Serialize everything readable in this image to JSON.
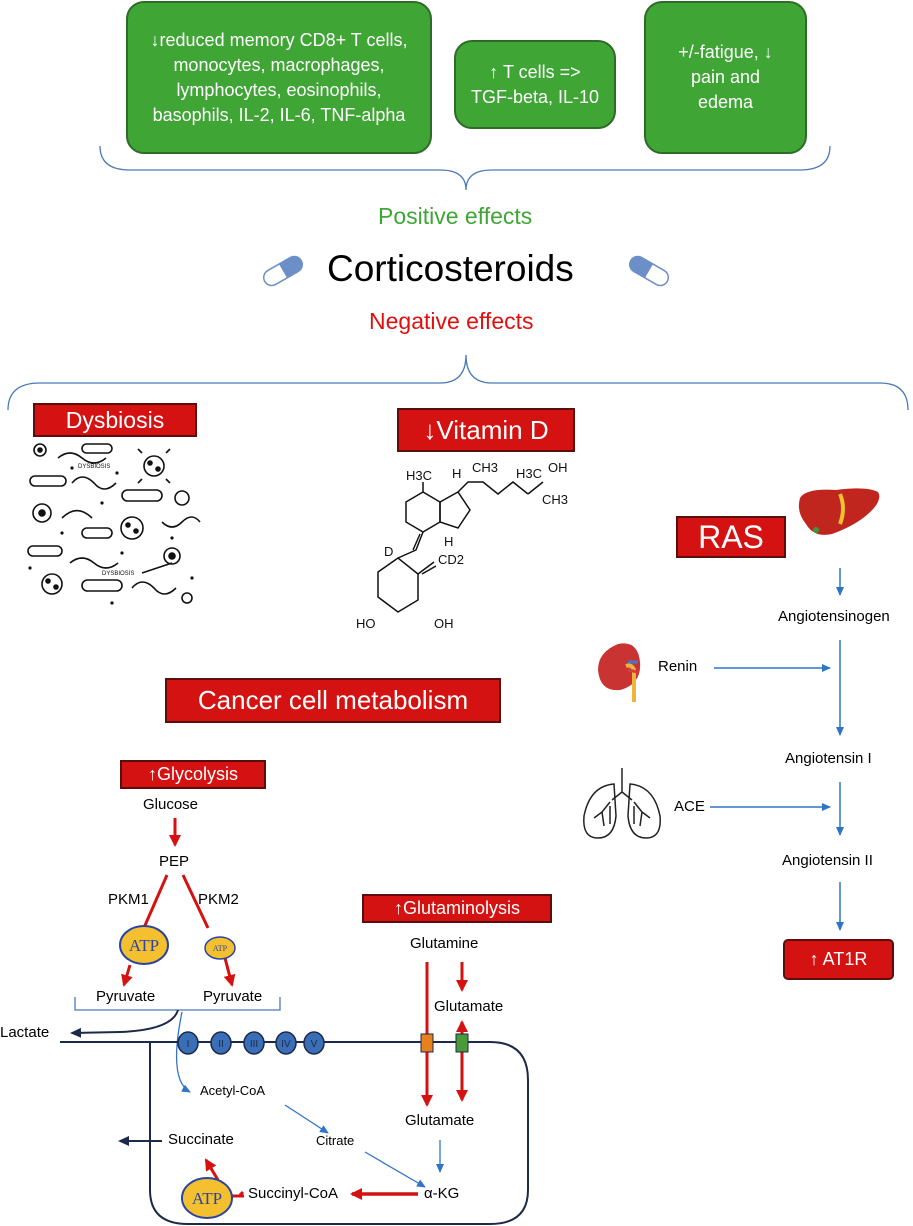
{
  "positive": {
    "box1": "↓reduced memory CD8+ T cells, monocytes, macrophages, lymphocytes, eosinophils, basophils, IL-2, IL-6, TNF-alpha",
    "box2": "↑ T cells => TGF-beta, IL-10",
    "box3": "+/-fatigue, ↓ pain and edema",
    "label": "Positive effects"
  },
  "title": "Corticosteroids",
  "negative": {
    "label": "Negative effects"
  },
  "dysbiosis": {
    "label": "Dysbiosis",
    "image_text": "DYSBIOSIS"
  },
  "vitamin_d": {
    "label": "↓Vitamin D",
    "atoms": {
      "h3c_a": "H3C",
      "h": "H",
      "ch3_a": "CH3",
      "h3c_b": "H3C",
      "oh_a": "OH",
      "ch3_b": "CH3",
      "h_b": "H",
      "d": "D",
      "cd2": "CD2",
      "ho": "HO",
      "oh_b": "OH"
    }
  },
  "ras": {
    "label": "RAS",
    "angiotensinogen": "Angiotensinogen",
    "renin": "Renin",
    "angiotensin1": "Angiotensin I",
    "ace": "ACE",
    "angiotensin2": "Angiotensin II",
    "at1r": "↑ AT1R"
  },
  "metabolism": {
    "label": "Cancer cell metabolism",
    "glycolysis": "↑Glycolysis",
    "glucose": "Glucose",
    "pep": "PEP",
    "pkm1": "PKM1",
    "pkm2": "PKM2",
    "atp": "ATP",
    "pyruvate1": "Pyruvate",
    "pyruvate2": "Pyruvate",
    "lactate": "Lactate",
    "glutaminolysis": "↑Glutaminolysis",
    "glutamine": "Glutamine",
    "glutamate_out": "Glutamate",
    "glutamate_in": "Glutamate",
    "acetyl_coa": "Acetyl-CoA",
    "citrate": "Citrate",
    "akg": "α-KG",
    "succinyl_coa": "Succinyl-CoA",
    "succinate": "Succinate",
    "complexes": [
      "I",
      "II",
      "III",
      "IV",
      "V"
    ]
  },
  "colors": {
    "green": "#3fa535",
    "red": "#d41212",
    "blue_arrow": "#2e75c8",
    "navy": "#1c2a4a",
    "atp_fill": "#f5c030"
  }
}
